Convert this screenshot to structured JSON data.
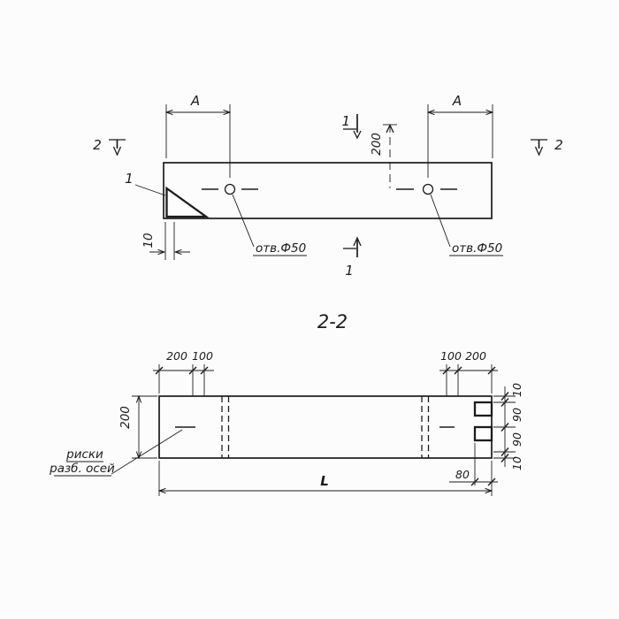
{
  "section_label": "2-2",
  "top_view": {
    "detail_1": "1",
    "dim_a_left": "A",
    "dim_a_right": "A",
    "section_1_top": "1",
    "section_1_bottom": "1",
    "section_2_left": "2",
    "section_2_right": "2",
    "dim_200": "200",
    "dim_10": "10",
    "hole_left": "отв.Ф50",
    "hole_right": "отв.Ф50"
  },
  "section_view": {
    "top_left_200": "200",
    "top_left_100": "100",
    "top_right_100": "100",
    "top_right_200": "200",
    "left_200": "200",
    "right_10_top": "10",
    "right_90_top": "90",
    "right_90_bottom": "90",
    "right_10_bottom": "10",
    "dim_80": "80",
    "overall_length": "L",
    "axis_marks_line1": "риски",
    "axis_marks_line2": "разб. осей"
  },
  "colors": {
    "ink": "#1c1c1c",
    "paper": "#fcfcfc"
  }
}
